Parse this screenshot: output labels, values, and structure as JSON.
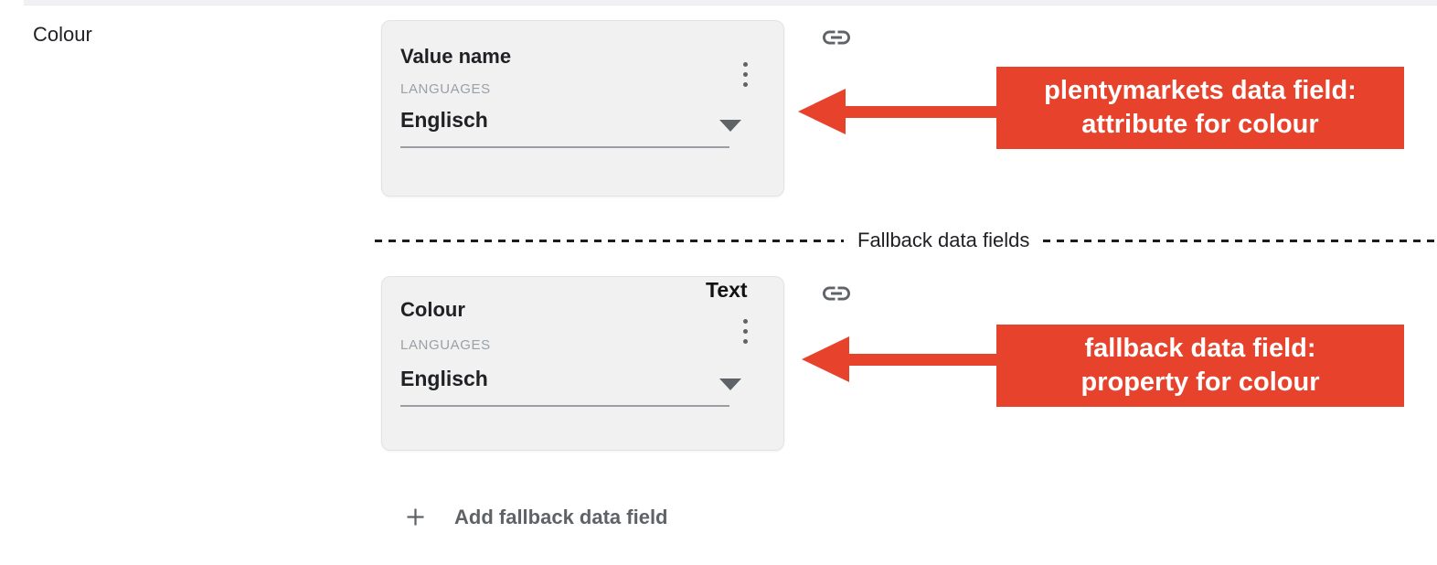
{
  "row": {
    "label": "Colour"
  },
  "primary_card": {
    "title": "Value name",
    "category": "LANGUAGES",
    "value": "Englisch"
  },
  "divider": {
    "label": "Fallback data fields"
  },
  "fallback_card": {
    "type_label": "Text",
    "title": "Colour",
    "category": "LANGUAGES",
    "value": "Englisch"
  },
  "add_button": {
    "label": "Add fallback data field"
  },
  "annotations": {
    "primary": {
      "line1": "plentymarkets data field:",
      "line2": "attribute for colour"
    },
    "fallback": {
      "line1": "fallback data field:",
      "line2": "property for colour"
    }
  },
  "icons": {
    "menu": "kebab-menu-icon",
    "link": "link-icon",
    "dropdown": "dropdown-arrow-icon",
    "add": "plus-icon"
  },
  "colors": {
    "annotation_red": "#e7432c",
    "annotation_text": "#ffffff",
    "icon_gray": "#5f6368",
    "muted_text": "#9aa0a6",
    "card_background": "#f1f1f2",
    "text": "#202124"
  }
}
